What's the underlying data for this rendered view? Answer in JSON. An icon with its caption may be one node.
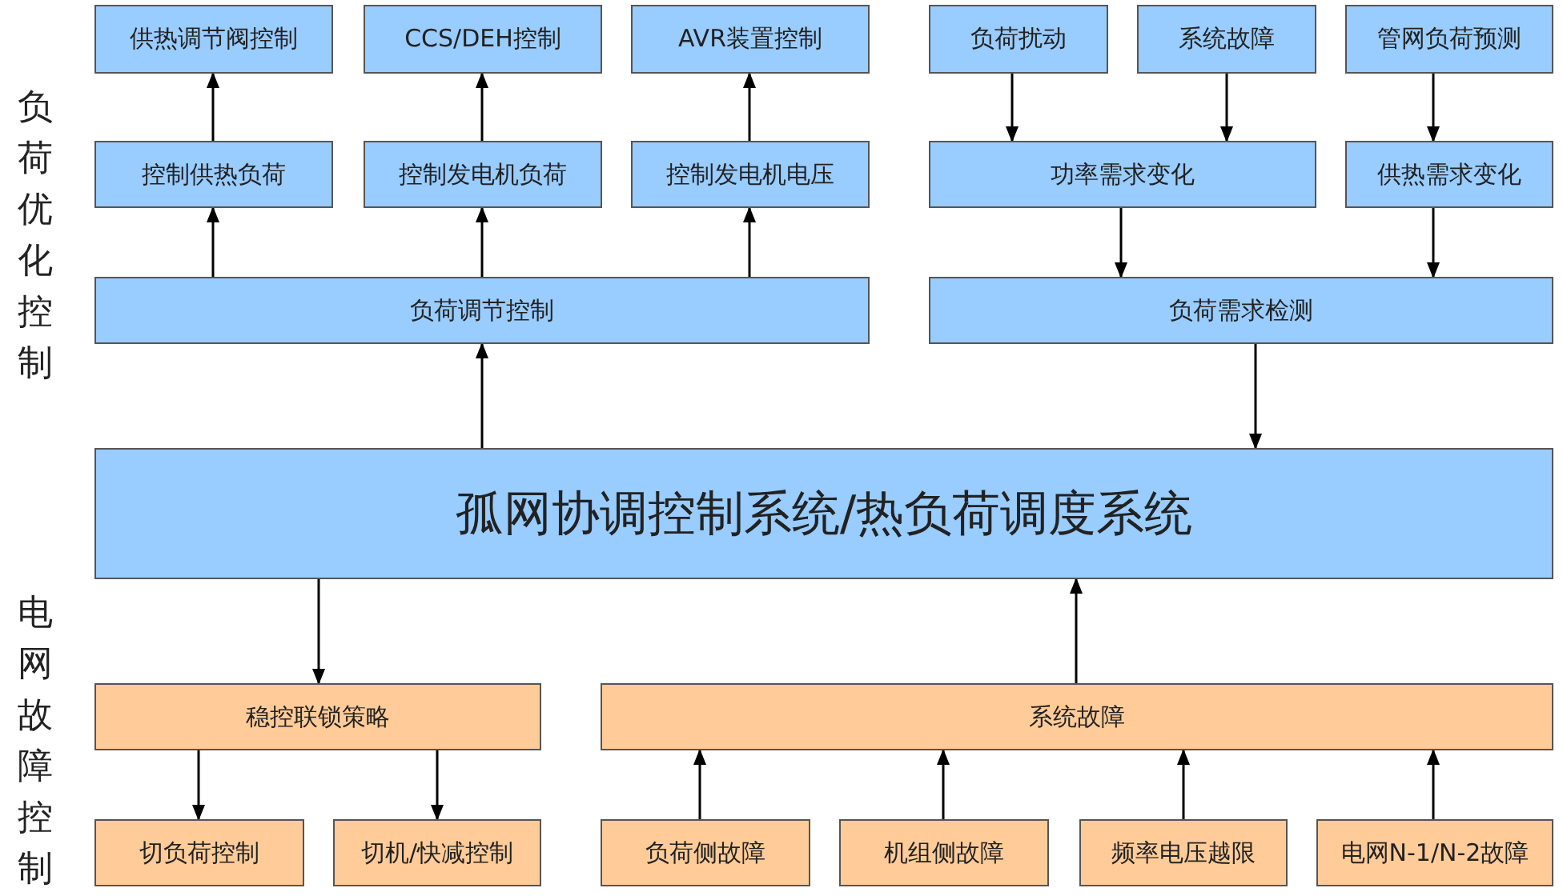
{
  "diagram": {
    "nodes": [
      {
        "text": [
          "供热调节阀控制"
        ]
      },
      {
        "text": [
          "CCS/DEH控制"
        ]
      },
      {
        "text": [
          "AVR装置控制"
        ]
      },
      {
        "text": [
          "负荷扰动"
        ]
      },
      {
        "text": [
          "系统故障"
        ]
      },
      {
        "text": [
          "管网负荷预测"
        ]
      },
      {
        "text": [
          "控制供热负荷"
        ]
      },
      {
        "text": [
          "控制发电机负荷"
        ]
      },
      {
        "text": [
          "控制发电机电压"
        ]
      },
      {
        "text": [
          "功率需求变化"
        ]
      },
      {
        "text": [
          "供热需求变化"
        ]
      },
      {
        "text": [
          "负荷调节控制"
        ]
      },
      {
        "text": [
          "负荷需求检测"
        ]
      },
      {
        "text": [
          "孤网协调控制系统/热负荷调度系统"
        ]
      },
      {
        "text": [
          "稳控联锁策略"
        ]
      },
      {
        "text": [
          "系统故障"
        ]
      },
      {
        "text": [
          "切负荷控制"
        ]
      },
      {
        "text": [
          "切机/快减控制"
        ]
      },
      {
        "text": [
          "负荷侧故障"
        ]
      },
      {
        "text": [
          "机组侧故障"
        ]
      },
      {
        "text": [
          "频率电压越限"
        ]
      },
      {
        "text": [
          "电网N-1/N-2故障"
        ]
      }
    ],
    "edges": [
      {
        "from": 6,
        "to": 0,
        "arrow": "to"
      },
      {
        "from": 7,
        "to": 1,
        "arrow": "to"
      },
      {
        "from": 8,
        "to": 2,
        "arrow": "to"
      },
      {
        "from": 11,
        "to": 6,
        "arrow": "to"
      },
      {
        "from": 11,
        "to": 7,
        "arrow": "to"
      },
      {
        "from": 11,
        "to": 8,
        "arrow": "to"
      },
      {
        "from": 13,
        "to": 11,
        "arrow": "to"
      },
      {
        "from": 3,
        "to": 9,
        "arrow": "to"
      },
      {
        "from": 4,
        "to": 9,
        "arrow": "to"
      },
      {
        "from": 5,
        "to": 10,
        "arrow": "to"
      },
      {
        "from": 9,
        "to": 12,
        "arrow": "to"
      },
      {
        "from": 10,
        "to": 12,
        "arrow": "to"
      },
      {
        "from": 12,
        "to": 13,
        "arrow": "to"
      },
      {
        "from": 13,
        "to": 14,
        "arrow": "to"
      },
      {
        "from": 15,
        "to": 13,
        "arrow": "to"
      },
      {
        "from": 18,
        "to": 15,
        "arrow": "to"
      },
      {
        "from": 19,
        "to": 15,
        "arrow": "to"
      },
      {
        "from": 20,
        "to": 15,
        "arrow": "to"
      },
      {
        "from": 21,
        "to": 15,
        "arrow": "to"
      },
      {
        "from": 14,
        "to": 16,
        "arrow": "to"
      },
      {
        "from": 14,
        "to": 17,
        "arrow": "to"
      }
    ],
    "labels": [
      "负荷优化控制",
      "电网故障控制"
    ]
  }
}
